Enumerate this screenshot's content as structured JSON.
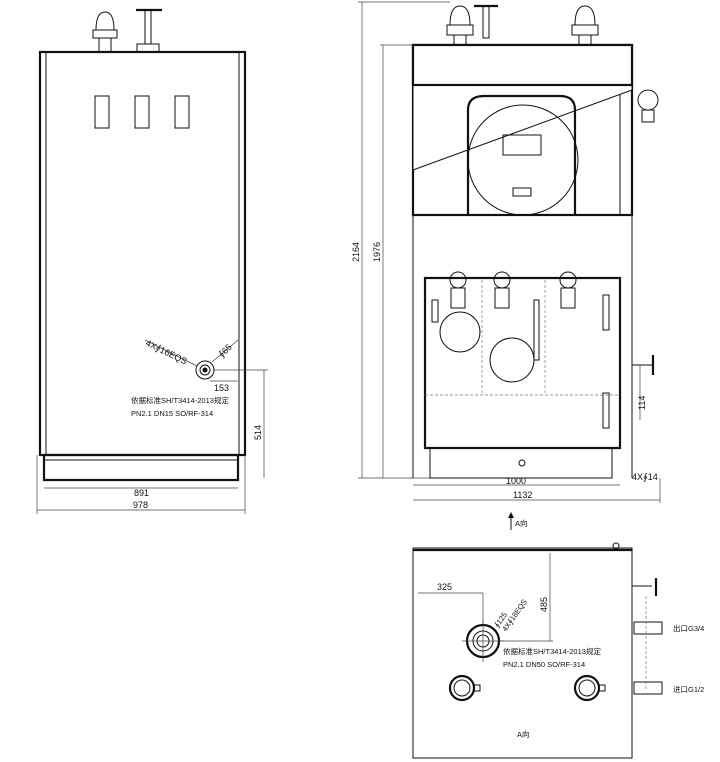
{
  "side_view": {
    "flange_holes": "4X∮16EQS",
    "flange_pcd": "∮65",
    "dim_offset": "153",
    "standard_note": "依据标准SH/T3414-2013规定",
    "flange_spec": "PN2.1 DN15 SO/RF-314",
    "dim_height": "514",
    "dim_inner_width": "891",
    "dim_outer_width": "978"
  },
  "front_view": {
    "dim_total_height": "2164",
    "dim_body_height": "1976",
    "dim_inner_width": "1000",
    "dim_outer_width": "1132",
    "dim_nozzle_height": "114",
    "anchor_holes": "4X∮14",
    "view_arrow_label": "A向"
  },
  "bottom_view": {
    "dim_x": "325",
    "dim_y": "485",
    "flange_pcd": "∮125",
    "flange_holes": "4X∮18EQS",
    "standard_note": "依据标准SH/T3414-2013规定",
    "flange_spec": "PN2.1 DN50 SO/RF-314",
    "outlet_label": "出口G3/4",
    "inlet_label": "进口G1/2",
    "view_label": "A向"
  }
}
